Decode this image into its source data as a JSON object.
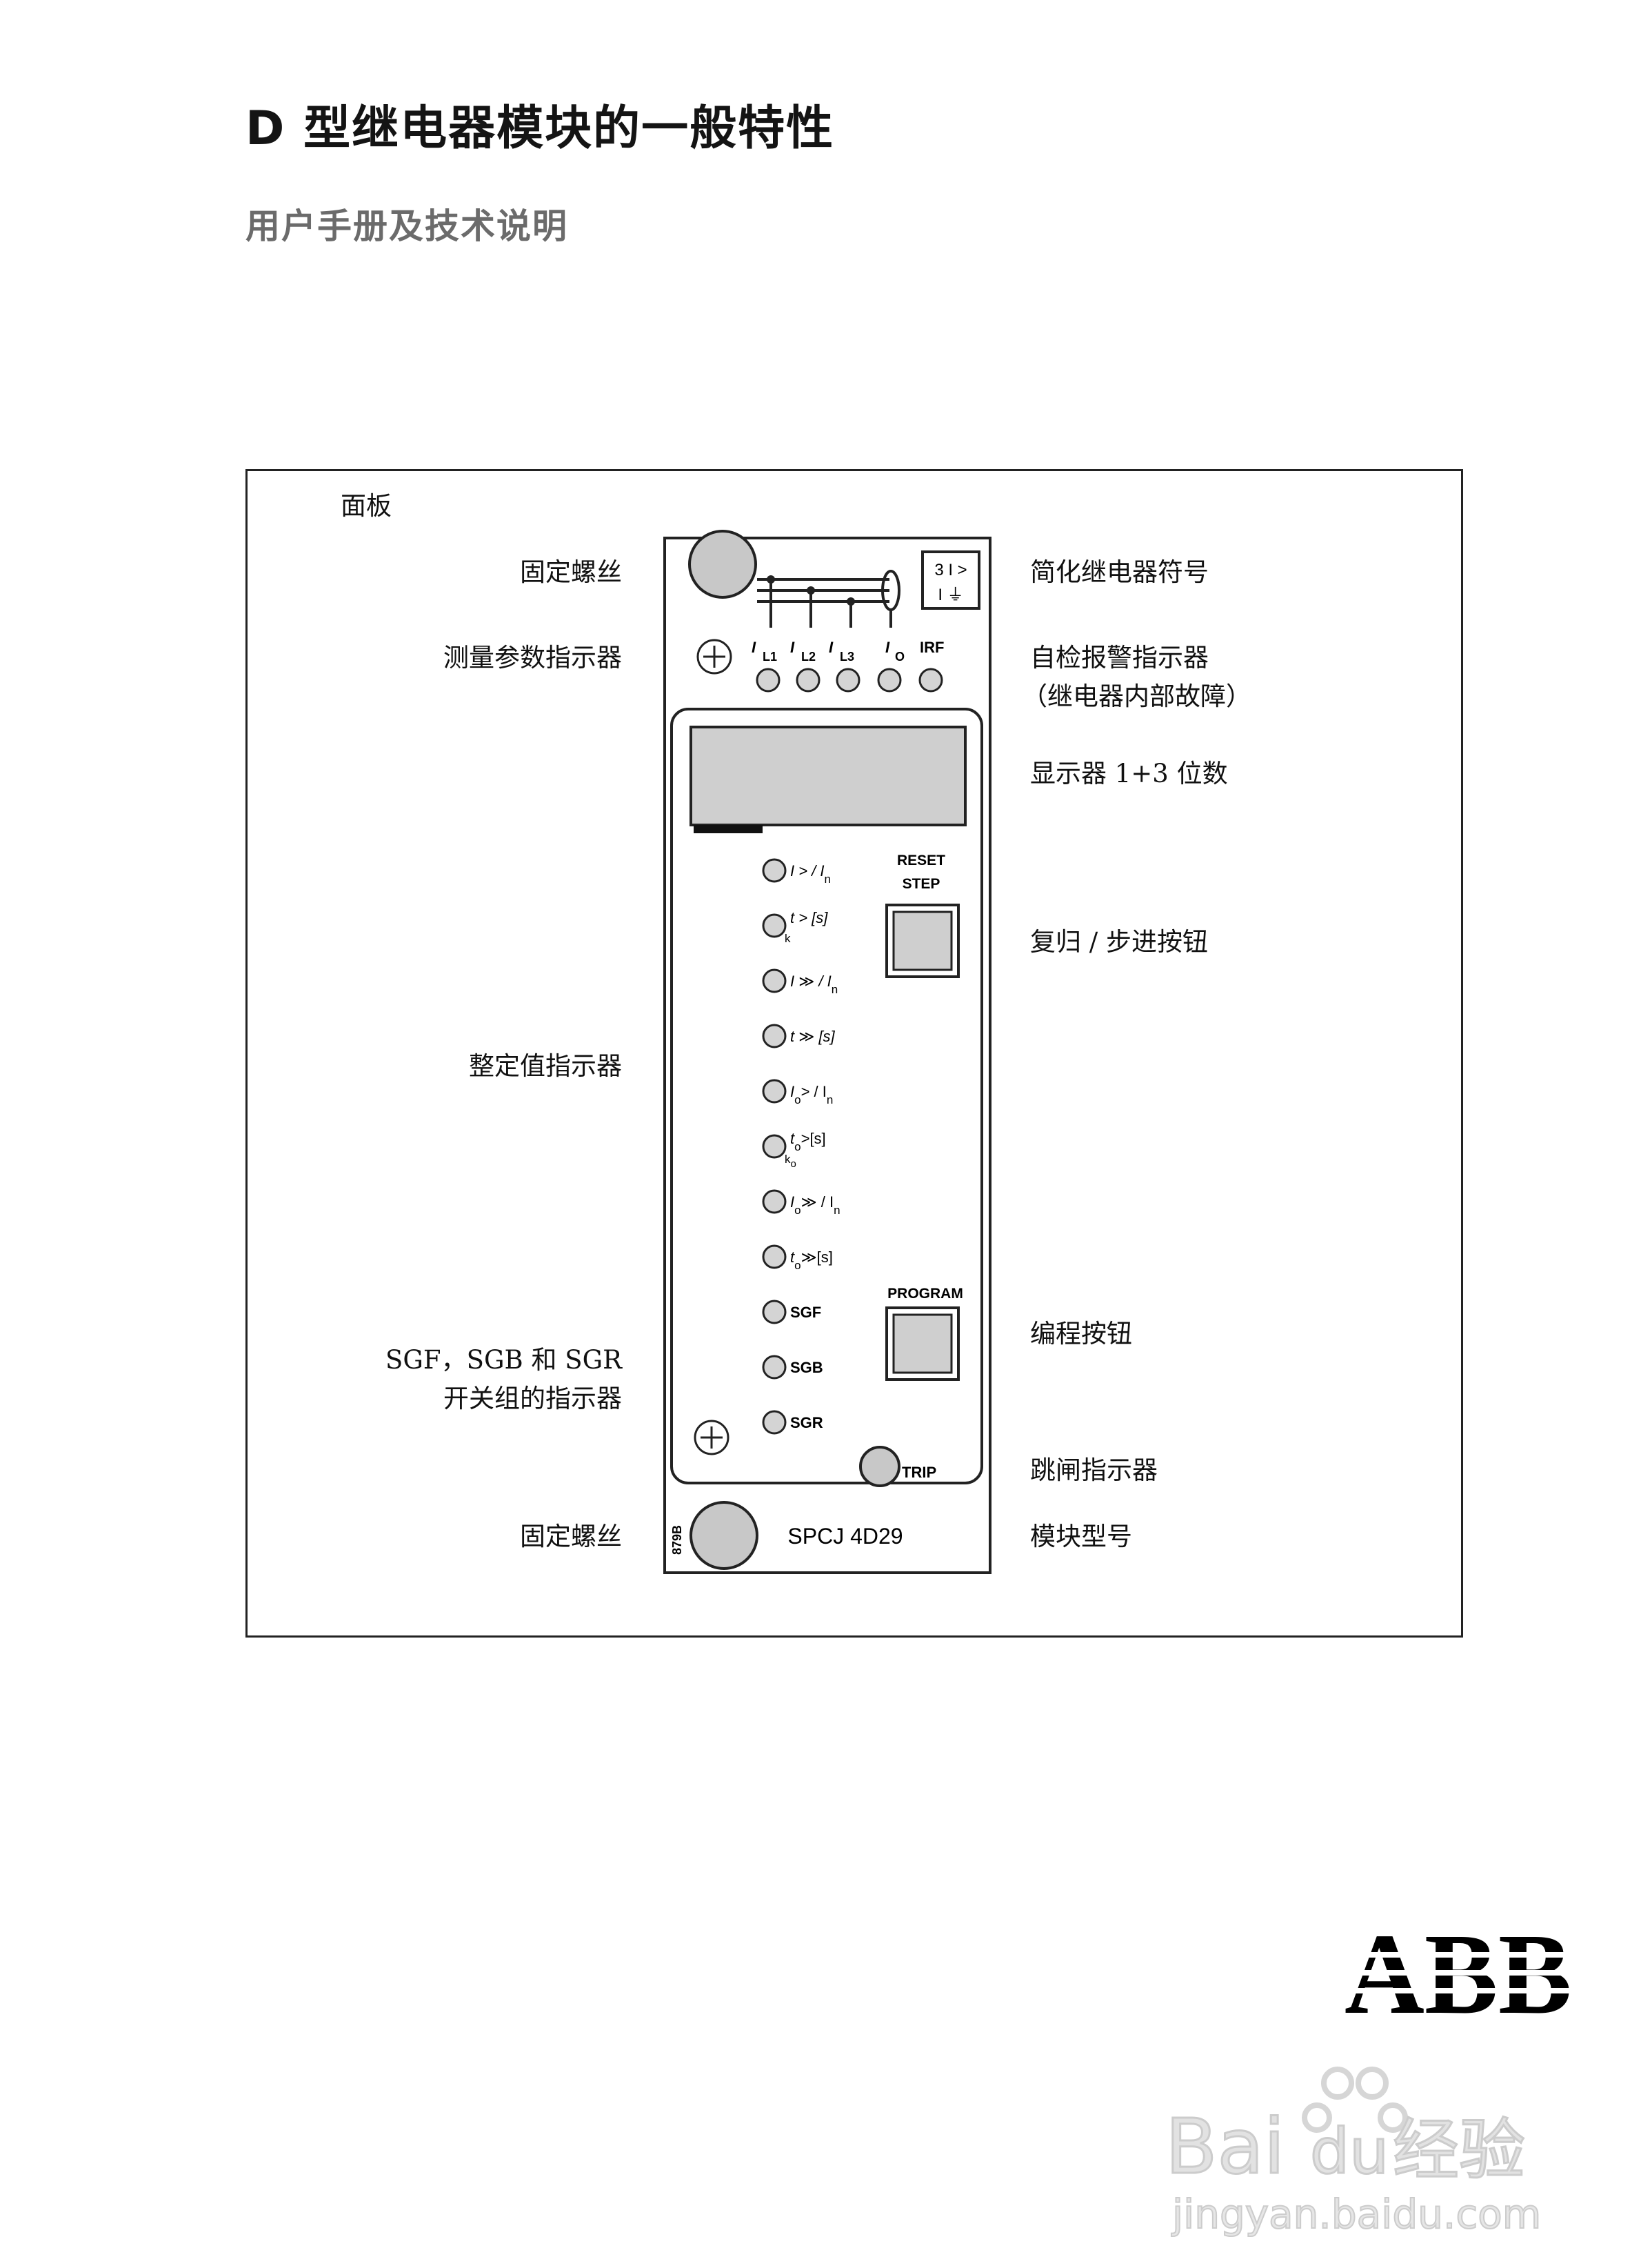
{
  "header": {
    "title": "D 型继电器模块的一般特性",
    "subtitle": "用户手册及技术说明"
  },
  "figure": {
    "caption": "面板",
    "left_labels": {
      "fixing_screw_top": "固定螺丝",
      "measured_indicator": "测量参数指示器",
      "setting_indicator": "整定值指示器",
      "sg_indicator_line1": "SGF，SGB 和 SGR",
      "sg_indicator_line2": "开关组的指示器",
      "fixing_screw_bottom": "固定螺丝"
    },
    "right_labels": {
      "relay_symbol": "简化继电器符号",
      "irf_line1": "自检报警指示器",
      "irf_line2": "（继电器内部故障）",
      "display": "显示器 1+3 位数",
      "reset_button": "复归 / 步进按钮",
      "program_button": "编程按钮",
      "trip_indicator": "跳闸指示器",
      "module_type": "模块型号"
    },
    "panel": {
      "symbol_line1": "3 I >",
      "symbol_line2": "I ⏚",
      "meas_labels": [
        "I",
        "L1",
        "I",
        "L2",
        "I",
        "L3",
        "I",
        "O",
        "IRF"
      ],
      "reset_label_1": "RESET",
      "reset_label_2": "STEP",
      "program_label": "PROGRAM",
      "settings": [
        {
          "main": "I > / I",
          "sub": "n"
        },
        {
          "main": "t > [s]",
          "sub": "k"
        },
        {
          "main": "I ≫ / I",
          "sub": "n"
        },
        {
          "main": "t ≫ [s]",
          "sub": ""
        },
        {
          "main": "I",
          "sub": "o",
          "tail": "> / I",
          "tail_sub": "n"
        },
        {
          "main": "t",
          "sub": "o",
          "tail": ">[s]",
          "extra": "k",
          "extra_sub": "o"
        },
        {
          "main": "I",
          "sub": "o",
          "tail": "≫ / I",
          "tail_sub": "n"
        },
        {
          "main": "t",
          "sub": "o",
          "tail": "≫[s]"
        }
      ],
      "switch_groups": [
        "SGF",
        "SGB",
        "SGR"
      ],
      "trip_label": "TRIP",
      "serial": "879B",
      "model": "SPCJ 4D29"
    }
  },
  "logo": {
    "text": "ABB",
    "color": "#000000"
  },
  "watermark": {
    "line1_a": "Bai",
    "line1_b": "du",
    "line1_c": "经验",
    "line2": "jingyan.baidu.com",
    "color": "#d6d6d6"
  }
}
